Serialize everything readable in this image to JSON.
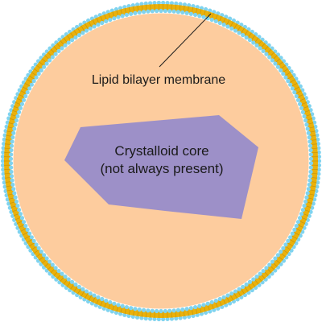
{
  "diagram": {
    "labels": {
      "membrane": "Lipid bilayer membrane",
      "core_line1": "Crystalloid core",
      "core_line2": "(not always present)"
    },
    "colors": {
      "background": "#ffffff",
      "lumen": "#fdcc9e",
      "lipid_tails": "#eab10b",
      "lipid_heads": "#7fd3ef",
      "core": "#9d90c8",
      "leader_line": "#1a1a1a"
    },
    "icons": {
      "membrane": "circular-lipid-bilayer",
      "core": "irregular-crystalloid-polygon"
    }
  }
}
